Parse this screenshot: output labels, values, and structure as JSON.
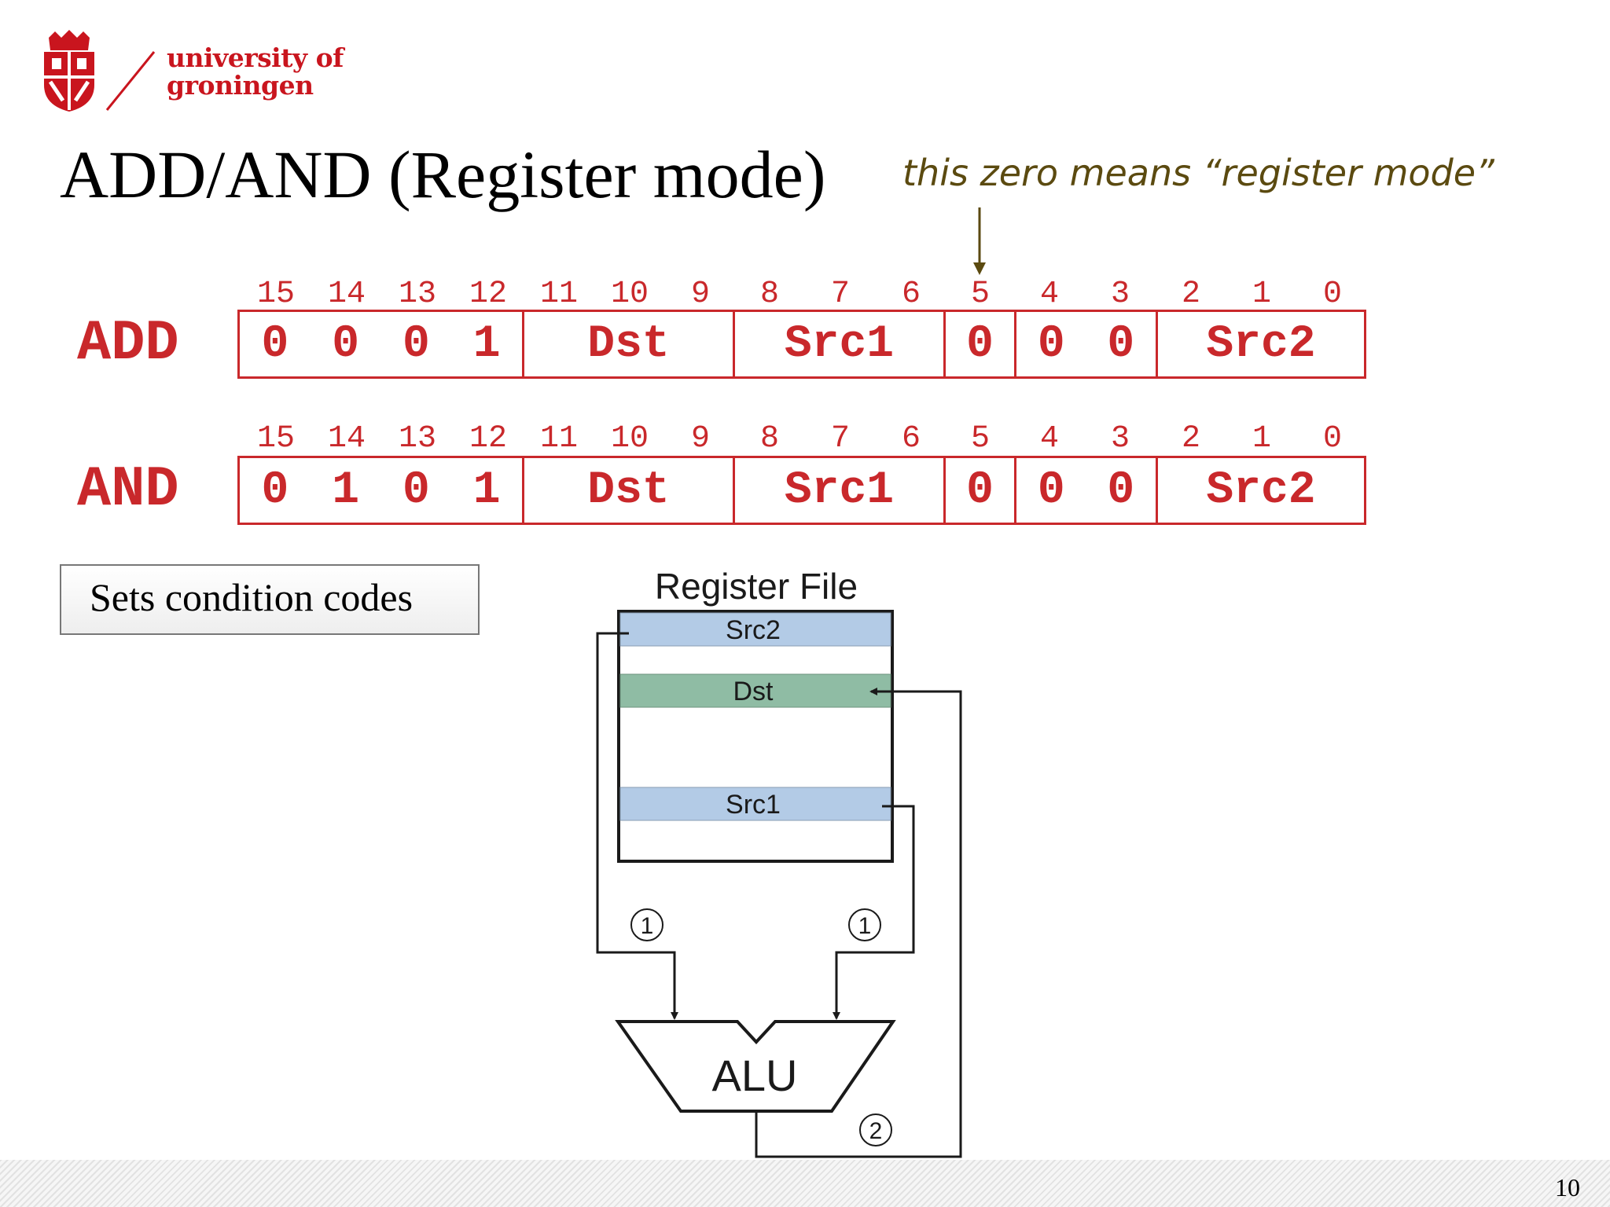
{
  "logo": {
    "line1": "university of",
    "line2": "groningen"
  },
  "slide": {
    "title": "ADD/AND (Register mode)",
    "annotation": "this zero means “register mode”",
    "page_number": "10"
  },
  "bit_numbers": [
    "15",
    "14",
    "13",
    "12",
    "11",
    "10",
    "9",
    "8",
    "7",
    "6",
    "5",
    "4",
    "3",
    "2",
    "1",
    "0"
  ],
  "instructions": [
    {
      "name": "ADD",
      "opcode": [
        "0",
        "0",
        "0",
        "1"
      ],
      "dst": "Dst",
      "src1": "Src1",
      "mode_bit": "0",
      "unused": [
        "0",
        "0"
      ],
      "src2": "Src2"
    },
    {
      "name": "AND",
      "opcode": [
        "0",
        "1",
        "0",
        "1"
      ],
      "dst": "Dst",
      "src1": "Src1",
      "mode_bit": "0",
      "unused": [
        "0",
        "0"
      ],
      "src2": "Src2"
    }
  ],
  "condition_note": "Sets condition codes",
  "diagram": {
    "register_file_title": "Register File",
    "src2": "Src2",
    "dst": "Dst",
    "src1": "Src1",
    "alu": "ALU",
    "step_left": "1",
    "step_right": "1",
    "step_out": "2",
    "colors": {
      "source_register": "#b3cbe6",
      "dest_register": "#8fbca4",
      "ink": "#1a1a1a",
      "accent_red": "#c9282b"
    }
  }
}
